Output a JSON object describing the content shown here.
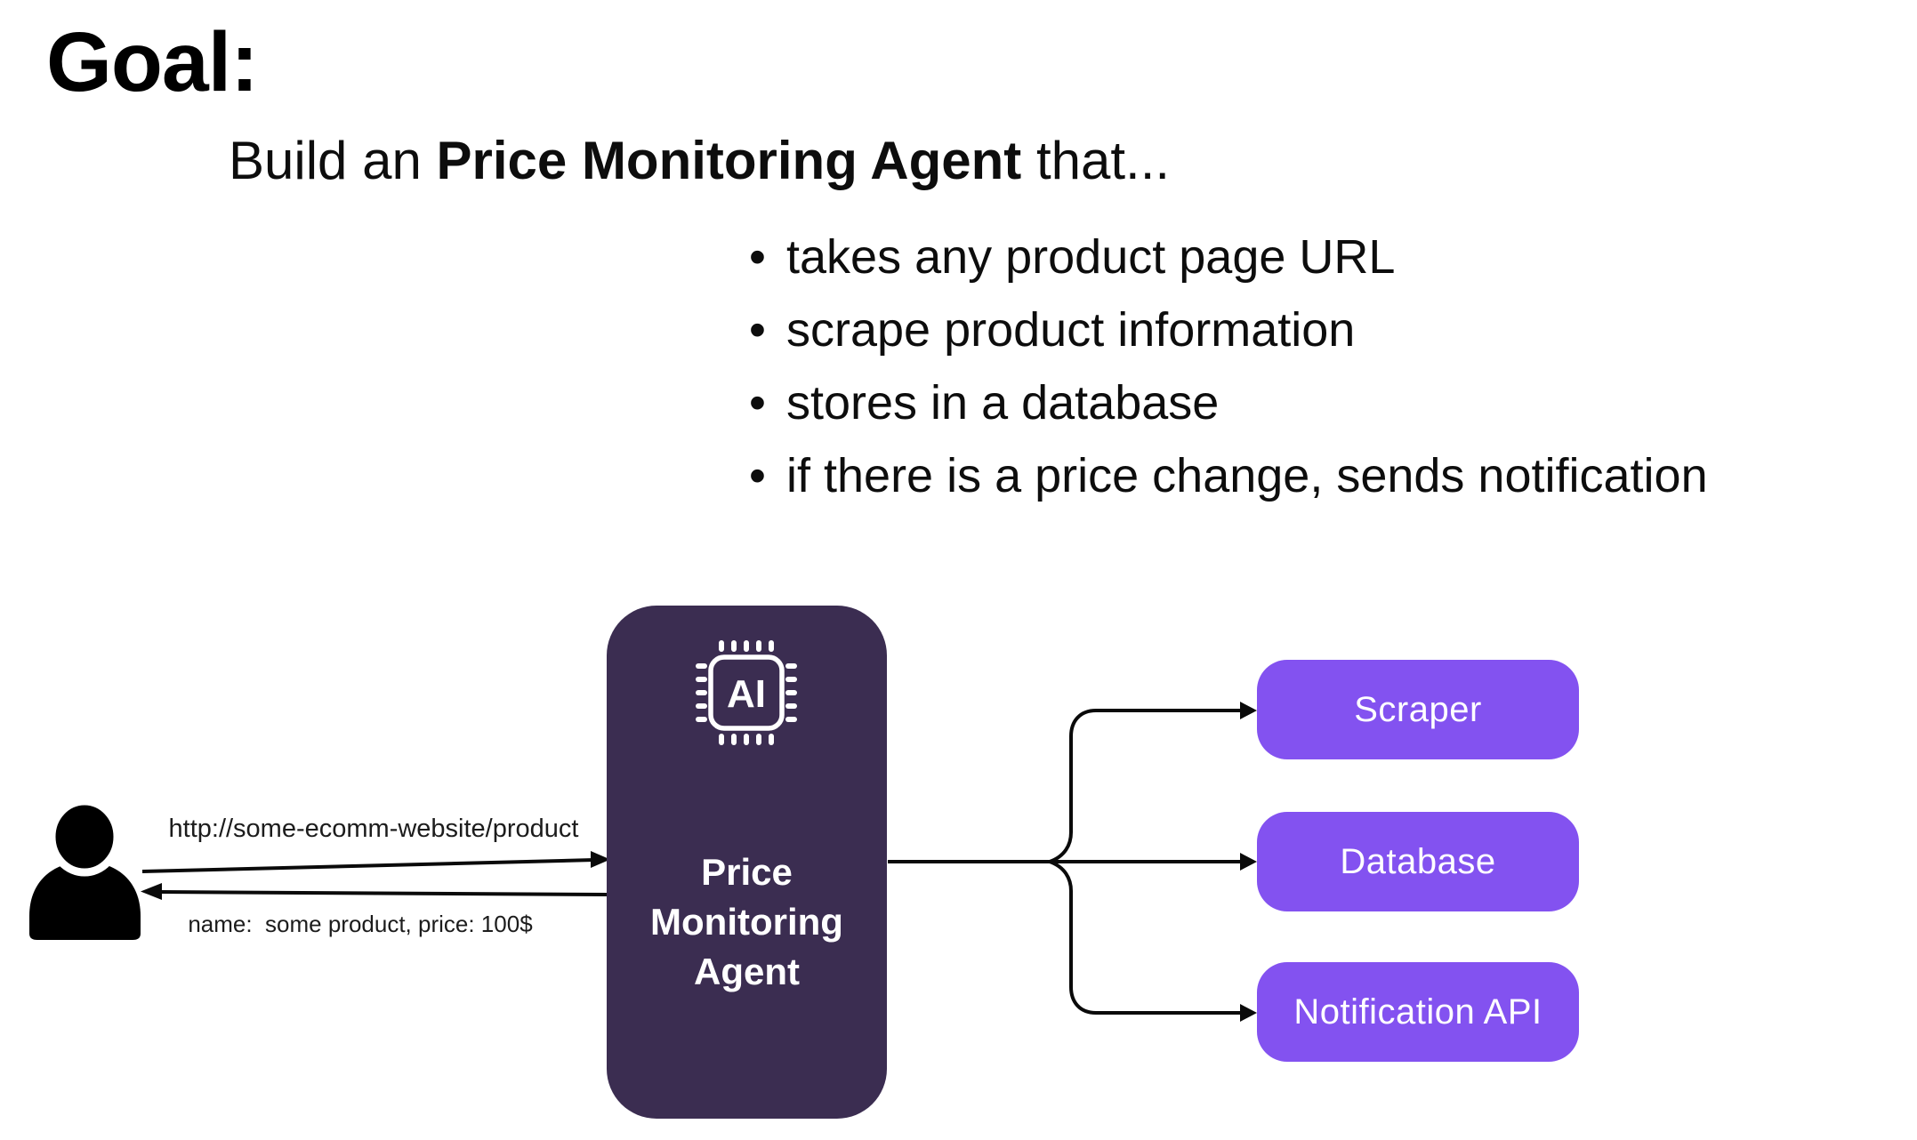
{
  "page": {
    "background_color": "#ffffff",
    "text_color": "#000000"
  },
  "header": {
    "title": "Goal:"
  },
  "subtitle": {
    "prefix": "Build an ",
    "emphasis": "Price Monitoring Agent",
    "suffix": " that..."
  },
  "bullets": [
    "takes any product page URL",
    "scrape product information",
    "stores in a database",
    "if there is a price change, sends notification"
  ],
  "diagram": {
    "colors": {
      "agent_box": "#3B2D51",
      "target_box": "#8352F0",
      "arrow": "#0a0a0a",
      "node_text": "#ffffff"
    },
    "user": {
      "icon": "person-icon"
    },
    "request_label": "http://some-ecomm-website/product",
    "response_label": "name:  some product, price: 100$",
    "agent": {
      "icon": "ai-chip-icon",
      "chip_text": "AI",
      "label_line1": "Price Monitoring",
      "label_line2": "Agent"
    },
    "targets": [
      {
        "label": "Scraper"
      },
      {
        "label": "Database"
      },
      {
        "label": "Notification API"
      }
    ]
  }
}
